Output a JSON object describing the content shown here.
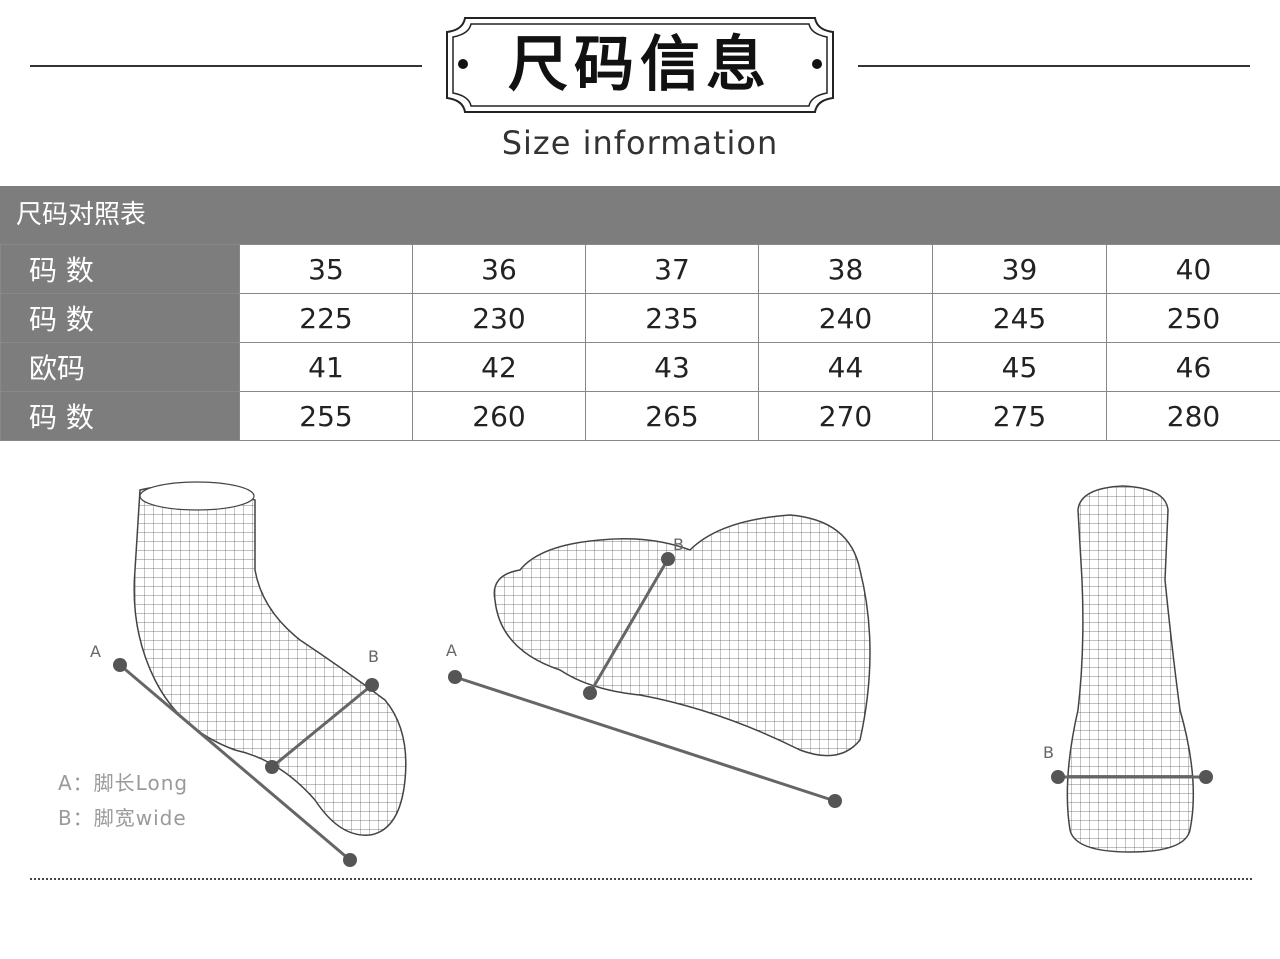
{
  "header": {
    "title_cn": "尺码信息",
    "subtitle_en": "Size information"
  },
  "table": {
    "caption": "尺码对照表",
    "rows": [
      {
        "label": "码 数",
        "cells": [
          "35",
          "36",
          "37",
          "38",
          "39",
          "40"
        ]
      },
      {
        "label": "码 数",
        "cells": [
          "225",
          "230",
          "235",
          "240",
          "245",
          "250"
        ]
      },
      {
        "label": "欧码",
        "cells": [
          "41",
          "42",
          "43",
          "44",
          "45",
          "46"
        ]
      },
      {
        "label": "码 数",
        "cells": [
          "255",
          "260",
          "265",
          "270",
          "275",
          "280"
        ]
      }
    ]
  },
  "diagram": {
    "point_a": "A",
    "point_b": "B",
    "legend_a": "A：脚长Long",
    "legend_b": "B：脚宽wide"
  }
}
